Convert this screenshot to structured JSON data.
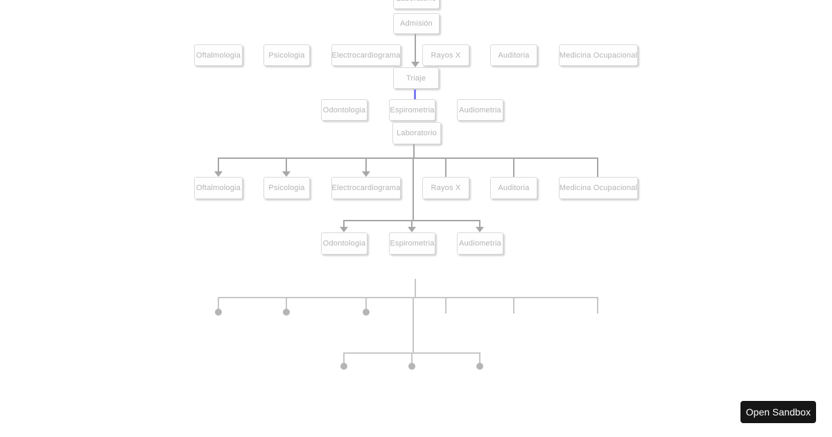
{
  "orgchart": {
    "chain": {
      "laboratorio_top": "Laboratorio",
      "admision": "Admisión",
      "triaje": "Triaje",
      "laboratorio_mid": "Laboratorio"
    },
    "departments": [
      "Oftalmologia",
      "Psicologia",
      "Electrocardiograma",
      "Rayos X",
      "Auditoria",
      "Medicina Ocupacional"
    ],
    "exams": [
      "Odontologia",
      "Espirometria",
      "Audiometria"
    ]
  },
  "overlay": {
    "open_sandbox": "Open Sandbox"
  },
  "colors": {
    "connector": "#a5a5a5",
    "connector_faded": "#c7c7c7",
    "active_connector": "#7b7bf3",
    "node_border": "#dadada",
    "node_text": "#b4b4b4",
    "button_bg": "#161616",
    "button_text": "#ffffff"
  }
}
